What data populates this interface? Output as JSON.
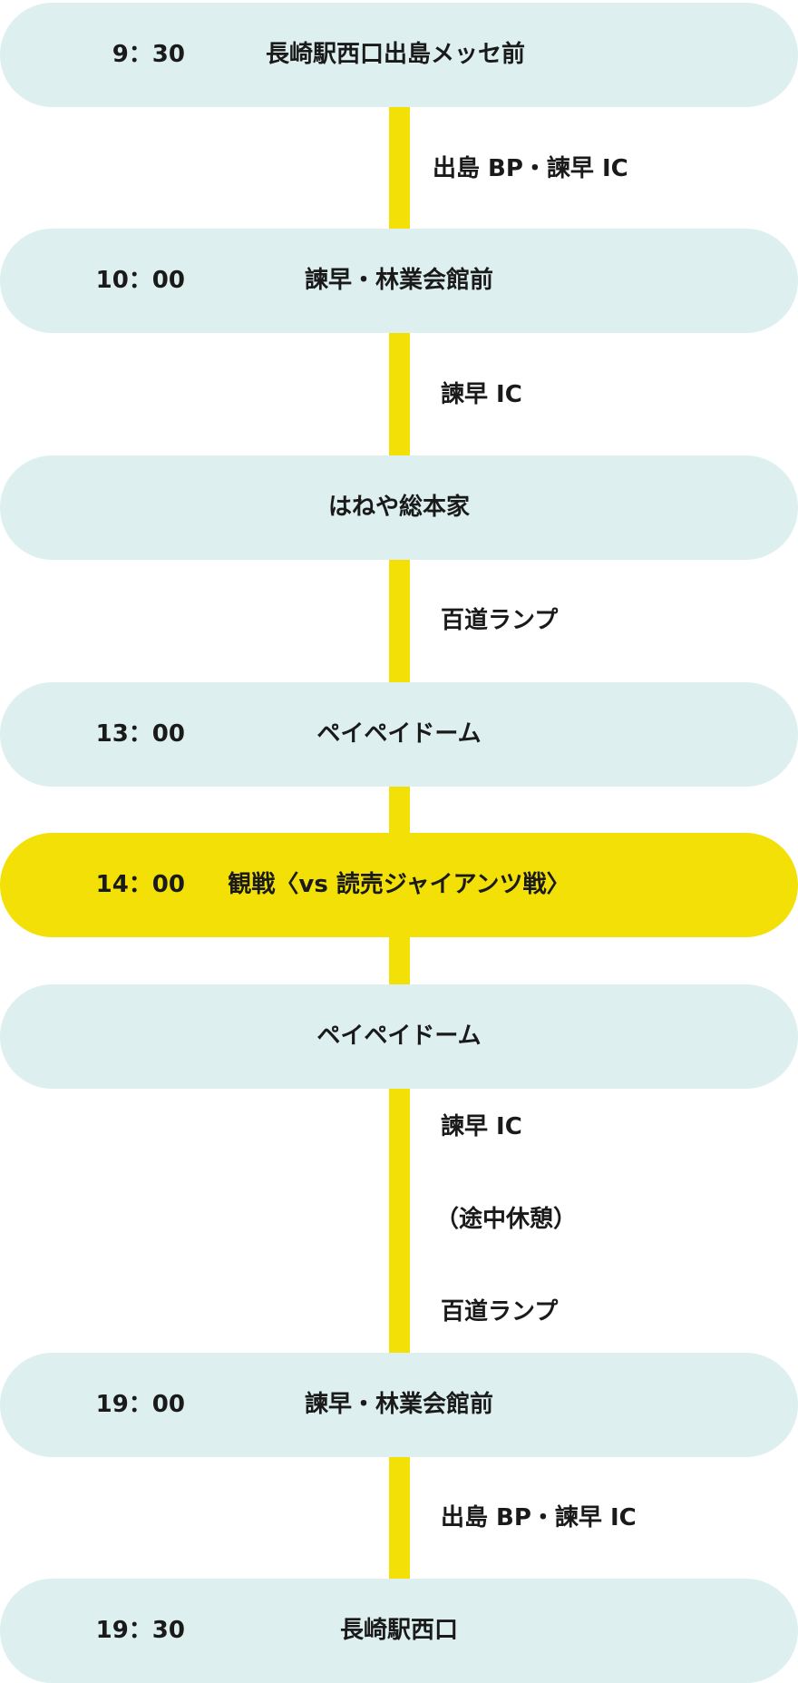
{
  "colors": {
    "stop_background": "#ddefef",
    "highlight": "#f2e007",
    "line": "#f2e007",
    "text": "#1a1a1a"
  },
  "stops": [
    {
      "time": "9：30",
      "place": "長崎駅西口出島メッセ前"
    },
    {
      "time": "10：00",
      "place": "諫早・林業会館前"
    },
    {
      "time": "",
      "place": "はねや総本家"
    },
    {
      "time": "13：00",
      "place": "ペイペイドーム"
    },
    {
      "time": "14：00",
      "place": "観戦〈vs 読売ジャイアンツ戦〉",
      "highlight": true
    },
    {
      "time": "",
      "place": "ペイペイドーム"
    },
    {
      "time": "19：00",
      "place": "諫早・林業会館前"
    },
    {
      "time": "19：30",
      "place": "長崎駅西口"
    }
  ],
  "segments": [
    {
      "via": [
        "出島 BP・諫早 IC"
      ]
    },
    {
      "via": [
        "諫早 IC"
      ]
    },
    {
      "via": [
        "百道ランプ"
      ]
    },
    {
      "via": []
    },
    {
      "via": []
    },
    {
      "via": [
        "諫早 IC",
        "（途中休憩）",
        "百道ランプ"
      ]
    },
    {
      "via": [
        "出島 BP・諫早 IC"
      ]
    }
  ]
}
